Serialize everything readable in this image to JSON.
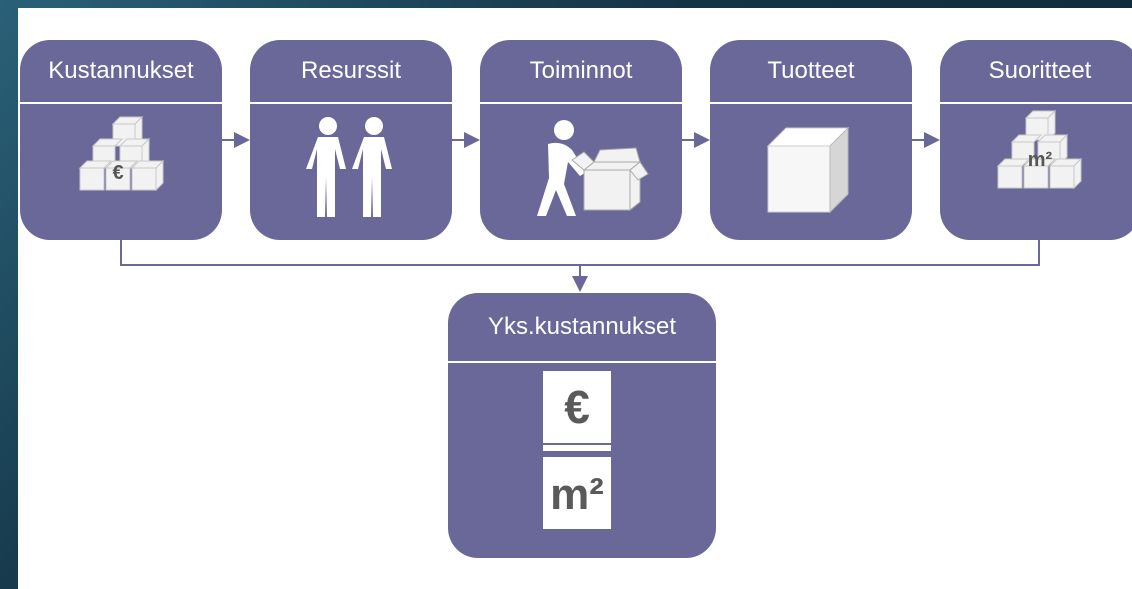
{
  "diagram": {
    "steps": [
      {
        "label": "Kustannukset",
        "icon": "stacked-boxes-euro-icon",
        "glyph": "€"
      },
      {
        "label": "Resurssit",
        "icon": "two-persons-icon"
      },
      {
        "label": "Toiminnot",
        "icon": "person-packing-box-icon"
      },
      {
        "label": "Tuotteet",
        "icon": "box-icon"
      },
      {
        "label": "Suoritteet",
        "icon": "stacked-boxes-m2-icon",
        "glyph": "m²"
      }
    ],
    "result": {
      "label": "Yks.kustannukset",
      "numerator": "€",
      "denominator": "m²",
      "icon": "fraction-euro-per-m2-icon"
    },
    "colors": {
      "box": "#6a6799",
      "connector": "#6a6799",
      "icon_fill": "#ffffff",
      "background": "#ffffff"
    }
  }
}
